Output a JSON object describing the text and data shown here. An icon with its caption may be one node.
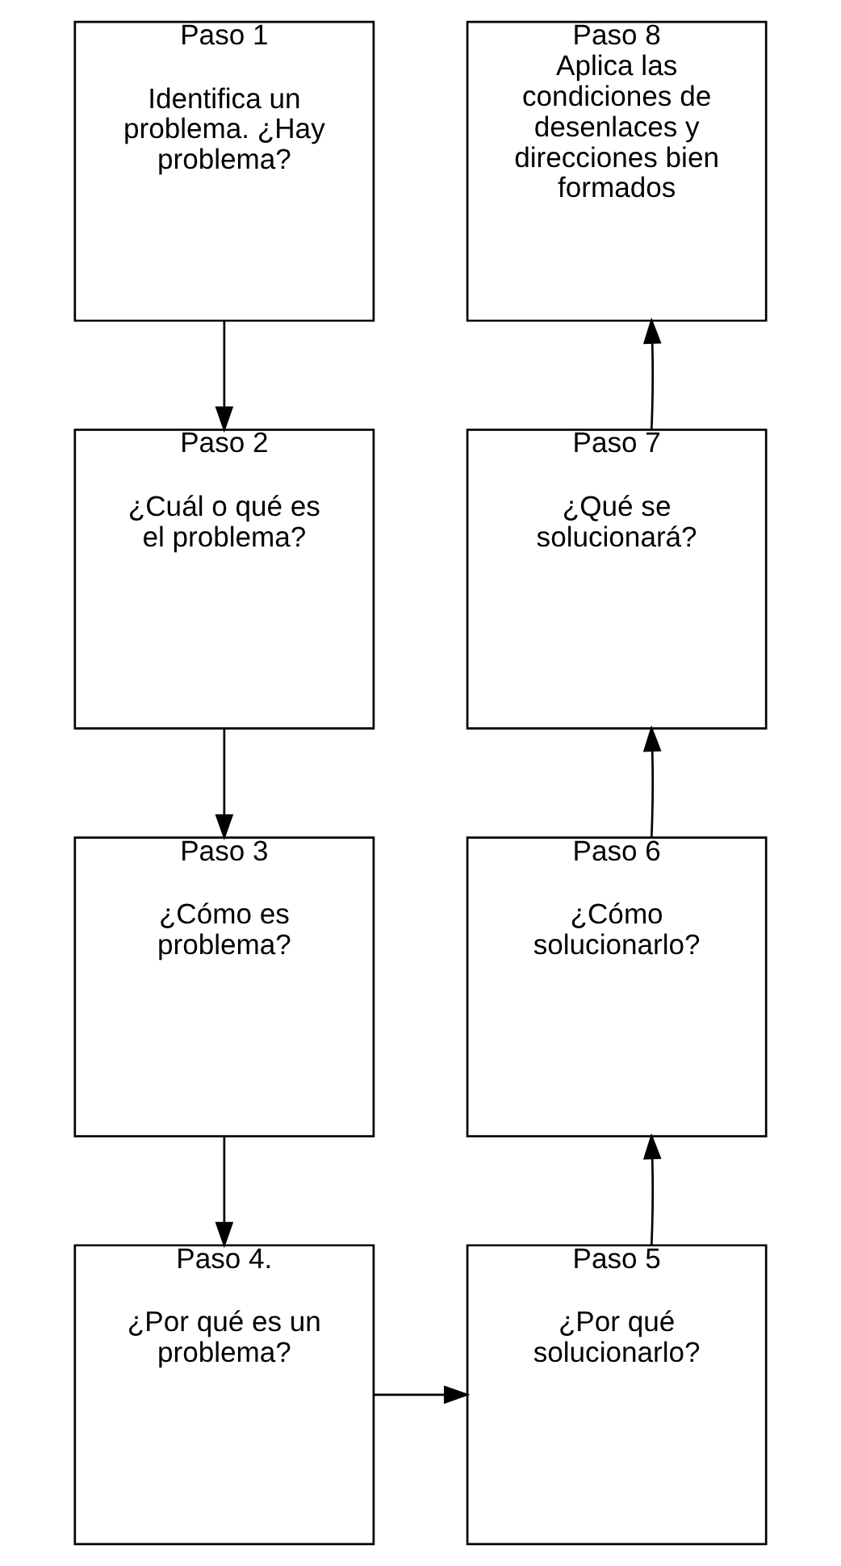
{
  "diagram": {
    "nodes": [
      {
        "text": [
          "Paso 1",
          "Identifica un problema. ¿Hay problema?"
        ]
      },
      {
        "text": [
          "Paso 2",
          "¿Cuál o qué es el problema?"
        ]
      },
      {
        "text": [
          "Paso 3",
          "¿Cómo es problema?"
        ]
      },
      {
        "text": [
          "Paso 4.",
          "¿Por qué es un problema?"
        ]
      },
      {
        "text": [
          "Paso 5",
          "¿Por qué solucionarlo?"
        ]
      },
      {
        "text": [
          "Paso 6",
          "¿Cómo solucionarlo?"
        ]
      },
      {
        "text": [
          "Paso 7",
          "¿Qué se solucionará?"
        ]
      },
      {
        "text": [
          "Paso 8",
          "Aplica las condiciones de desenlaces y direcciones bien formados"
        ]
      }
    ],
    "edges": [
      {
        "from": 0,
        "to": 1,
        "arrow": "to"
      },
      {
        "from": 1,
        "to": 2,
        "arrow": "to"
      },
      {
        "from": 2,
        "to": 3,
        "arrow": "to"
      },
      {
        "from": 3,
        "to": 4,
        "arrow": "to"
      },
      {
        "from": 4,
        "to": 5,
        "arrow": "to"
      },
      {
        "from": 5,
        "to": 6,
        "arrow": "to"
      },
      {
        "from": 6,
        "to": 7,
        "arrow": "to"
      }
    ]
  }
}
